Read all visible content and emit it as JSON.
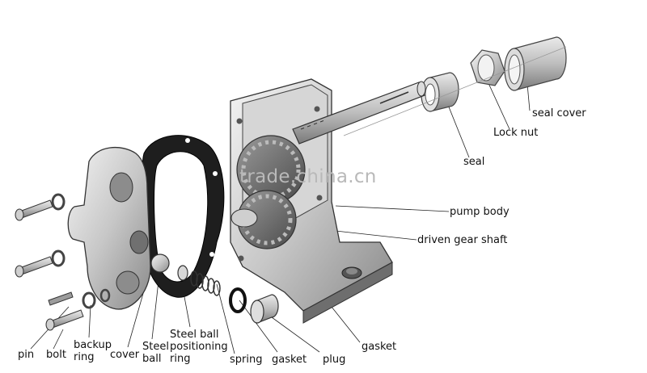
{
  "watermark": "trade.china.cn",
  "labels": {
    "seal_cover": "seal cover",
    "lock_nut": "Lock nut",
    "seal": "seal",
    "pump_body": "pump body",
    "driven_gear_shaft": "driven gear shaft",
    "gasket_right": "gasket",
    "pin": "pin",
    "bolt": "bolt",
    "backup_ring": "backup\nring",
    "cover": "cover",
    "steel_ball": "Steel\nball",
    "steel_ball_positioning_ring": "Steel ball\npositioning\nring",
    "spring": "spring",
    "gasket": "gasket",
    "plug": "plug"
  }
}
